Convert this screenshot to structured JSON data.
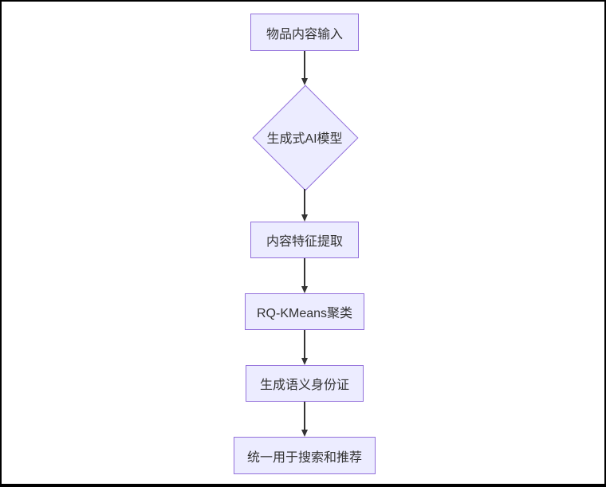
{
  "flowchart": {
    "title": "semantic-id-generation-flow",
    "colors": {
      "node_fill": "#ECECFF",
      "node_border": "#9370DB",
      "text": "#333333",
      "arrow": "#333333",
      "frame": "#000000",
      "background": "#ffffff"
    },
    "nodes": [
      {
        "id": "item-content-input",
        "shape": "rect",
        "label": "物品内容输入"
      },
      {
        "id": "generative-ai-model",
        "shape": "diamond",
        "label": "生成式AI模型"
      },
      {
        "id": "content-feature-extraction",
        "shape": "rect",
        "label": "内容特征提取"
      },
      {
        "id": "rq-kmeans-clustering",
        "shape": "rect",
        "label": "RQ-KMeans聚类"
      },
      {
        "id": "generate-semantic-id",
        "shape": "rect",
        "label": "生成语义身份证"
      },
      {
        "id": "unified-search-and-recommendation",
        "shape": "rect",
        "label": "统一用于搜索和推荐"
      }
    ],
    "edges": [
      {
        "from": "item-content-input",
        "to": "generative-ai-model"
      },
      {
        "from": "generative-ai-model",
        "to": "content-feature-extraction"
      },
      {
        "from": "content-feature-extraction",
        "to": "rq-kmeans-clustering"
      },
      {
        "from": "rq-kmeans-clustering",
        "to": "generate-semantic-id"
      },
      {
        "from": "generate-semantic-id",
        "to": "unified-search-and-recommendation"
      }
    ]
  }
}
